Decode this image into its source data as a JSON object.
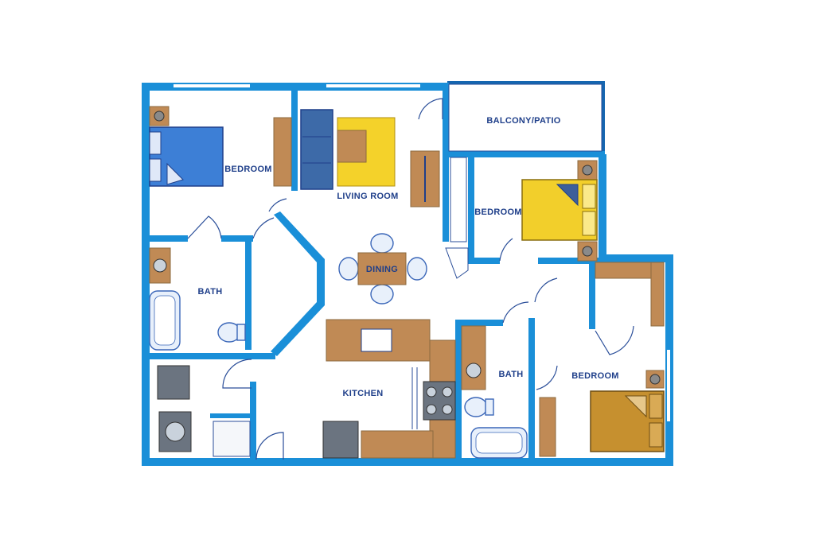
{
  "rooms": {
    "bedroom_1": "BEDROOM",
    "living_room": "LIVING ROOM",
    "balcony": "BALCONY/PATIO",
    "bedroom_2": "BEDROOM",
    "dining": "DINING",
    "bath_1": "BATH",
    "kitchen": "KITCHEN",
    "bath_2": "BATH",
    "bedroom_3": "BEDROOM"
  },
  "colors": {
    "wall": "#1a8fd8",
    "bed_1": "#3d7fd6",
    "bed_2": "#f2cf2b",
    "bed_3": "#c6902f",
    "rug": "#f4d22a",
    "wood": "#c08a55",
    "appliance": "#6b7480"
  }
}
